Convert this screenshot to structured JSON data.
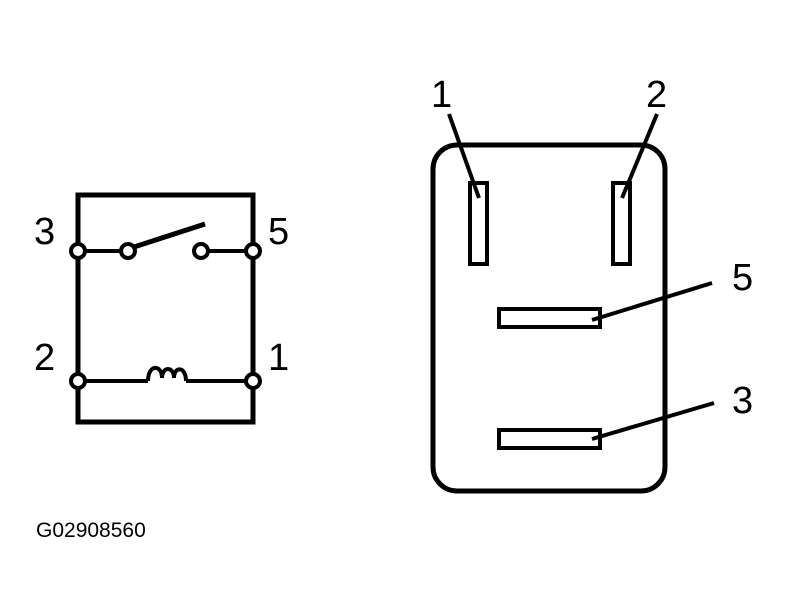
{
  "schematic": {
    "terminal_3": "3",
    "terminal_5": "5",
    "terminal_2": "2",
    "terminal_1": "1"
  },
  "connector": {
    "pin_1": "1",
    "pin_2": "2",
    "pin_5": "5",
    "pin_3": "3"
  },
  "figure_code": "G02908560",
  "colors": {
    "ink": "#000000",
    "background": "#ffffff"
  }
}
